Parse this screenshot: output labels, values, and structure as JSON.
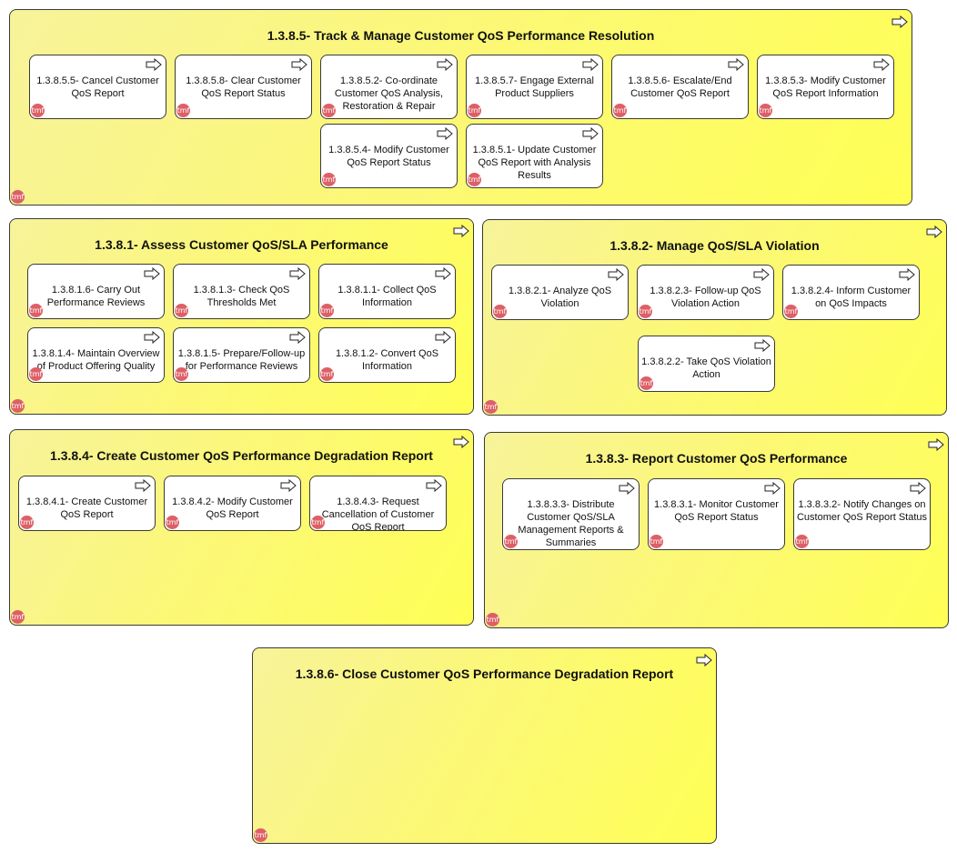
{
  "icon_names": {
    "group_arrow": "arrow-right-icon",
    "badge": "tmf-icon"
  },
  "colors": {
    "group_fill_light": "#f7f39a",
    "group_fill_dark": "#ffff55",
    "card_fill": "#ffffff",
    "badge": "#dd6066"
  },
  "badge_text": "tmf",
  "groups": {
    "g5": {
      "title": "1.3.8.5- Track & Manage Customer QoS Performance Resolution",
      "items": [
        "1.3.8.5.5- Cancel Customer\nQoS Report",
        "1.3.8.5.8- Clear Customer\nQoS Report Status",
        "1.3.8.5.2- Co-ordinate\nCustomer QoS Analysis,\nRestoration & Repair",
        "1.3.8.5.7- Engage External\nProduct Suppliers",
        "1.3.8.5.6- Escalate/End\nCustomer QoS Report",
        "1.3.8.5.3- Modify Customer\nQoS Report Information",
        "1.3.8.5.4- Modify Customer\nQoS Report Status",
        "1.3.8.5.1- Update Customer\nQoS Report with Analysis\nResults"
      ]
    },
    "g1": {
      "title": "1.3.8.1- Assess Customer QoS/SLA Performance",
      "items": [
        "1.3.8.1.6- Carry Out\nPerformance Reviews",
        "1.3.8.1.3- Check QoS\nThresholds Met",
        "1.3.8.1.1- Collect QoS\nInformation",
        "1.3.8.1.4- Maintain Overview\nof Product Offering Quality",
        "1.3.8.1.5- Prepare/Follow-up\nfor Performance Reviews",
        "1.3.8.1.2- Convert QoS\nInformation"
      ]
    },
    "g2": {
      "title": "1.3.8.2- Manage QoS/SLA Violation",
      "items": [
        "1.3.8.2.1- Analyze QoS\nViolation",
        "1.3.8.2.3- Follow-up QoS\nViolation Action",
        "1.3.8.2.4- Inform Customer\non QoS Impacts",
        "1.3.8.2.2- Take QoS Violation\nAction"
      ]
    },
    "g4": {
      "title": "1.3.8.4- Create Customer QoS Performance Degradation Report",
      "items": [
        "1.3.8.4.1- Create Customer\nQoS Report",
        "1.3.8.4.2- Modify Customer\nQoS Report",
        "1.3.8.4.3- Request\nCancellation of Customer\nQoS Report"
      ]
    },
    "g3": {
      "title": "1.3.8.3- Report Customer QoS Performance",
      "items": [
        "1.3.8.3.3- Distribute\nCustomer QoS/SLA\nManagement Reports &\nSummaries",
        "1.3.8.3.1- Monitor Customer\nQoS Report Status",
        "1.3.8.3.2- Notify Changes on\nCustomer QoS Report Status"
      ]
    },
    "g6": {
      "title": "1.3.8.6- Close Customer QoS Performance Degradation Report",
      "items": []
    }
  }
}
